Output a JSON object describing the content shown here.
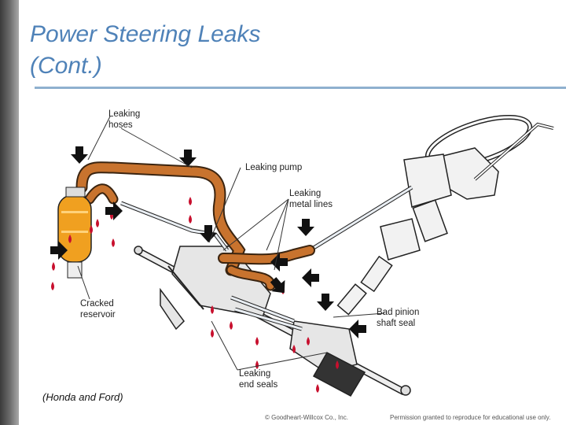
{
  "slide": {
    "title_line1": "Power Steering Leaks",
    "title_line2": "(Cont.)"
  },
  "figure": {
    "labels": {
      "leaking_hoses_1": "Leaking",
      "leaking_hoses_2": "hoses",
      "leaking_pump": "Leaking pump",
      "leaking_lines_1": "Leaking",
      "leaking_lines_2": "metal lines",
      "cracked_reservoir_1": "Cracked",
      "cracked_reservoir_2": "reservoir",
      "bad_pinion_1": "Bad pinion",
      "bad_pinion_2": "shaft seal",
      "end_seals_1": "Leaking",
      "end_seals_2": "end seals"
    },
    "caption": "(Honda and Ford)"
  },
  "footer": {
    "copyright": "© Goodheart-Willcox Co., Inc.",
    "permission": "Permission granted to reproduce for educational use only."
  },
  "colors": {
    "title": "#4f82b8",
    "rule": "#8fb0cf",
    "hose": "#c8732e",
    "reservoir": "#f0a020",
    "drop": "#c8102e"
  }
}
